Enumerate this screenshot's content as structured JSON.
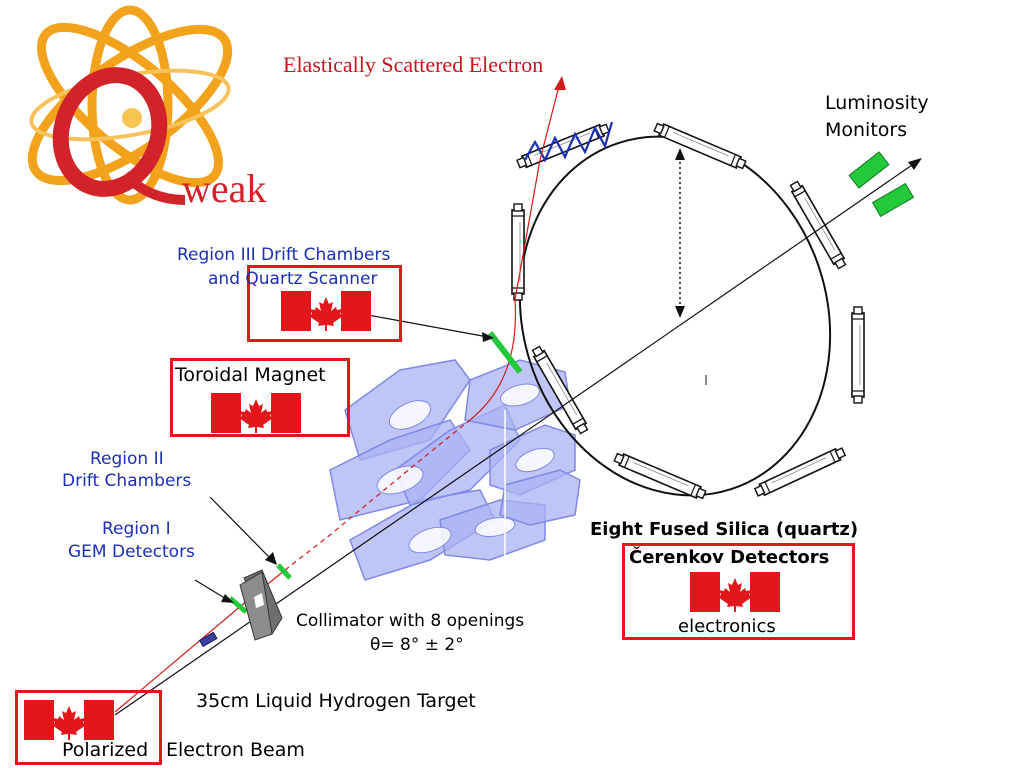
{
  "logo": {
    "text": "weak",
    "letter": "Q"
  },
  "labels": {
    "scattered": "Elastically Scattered Electron",
    "lumi_line1": "Luminosity",
    "lumi_line2": "Monitors",
    "region3_line1": "Region III Drift Chambers",
    "region3_line2": "and Quartz Scanner",
    "toroidal": "Toroidal Magnet",
    "region2_line1": "Region II",
    "region2_line2": "Drift Chambers",
    "region1_line1": "Region I",
    "region1_line2": "GEM Detectors",
    "quartz_line1": "Eight Fused Silica (quartz)",
    "quartz_line2": "Čerenkov Detectors",
    "electronics": "electronics",
    "collimator_line1": "Collimator with 8 openings",
    "collimator_line2": "θ= 8° ± 2°",
    "target": "35cm Liquid Hydrogen Target",
    "beam_a": "Polarized",
    "beam_b": "Electron Beam"
  },
  "colors": {
    "scattered_label": "#c8141e",
    "region_labels": "#1a2fb3",
    "box_border": "#e3161b",
    "flag_red": "#e3161b",
    "detector_green": "#22c93a",
    "magnet_blue": "#9fa8f0",
    "track": "#d21a1a",
    "beam_line": "#000000",
    "logo_orange": "#f3a21c",
    "logo_red": "#d2232a"
  },
  "icons": [
    "canada-flag-icon",
    "quartz-detector-bar-icon",
    "collimator-icon",
    "toroidal-magnet-icon",
    "qweak-logo-icon"
  ]
}
